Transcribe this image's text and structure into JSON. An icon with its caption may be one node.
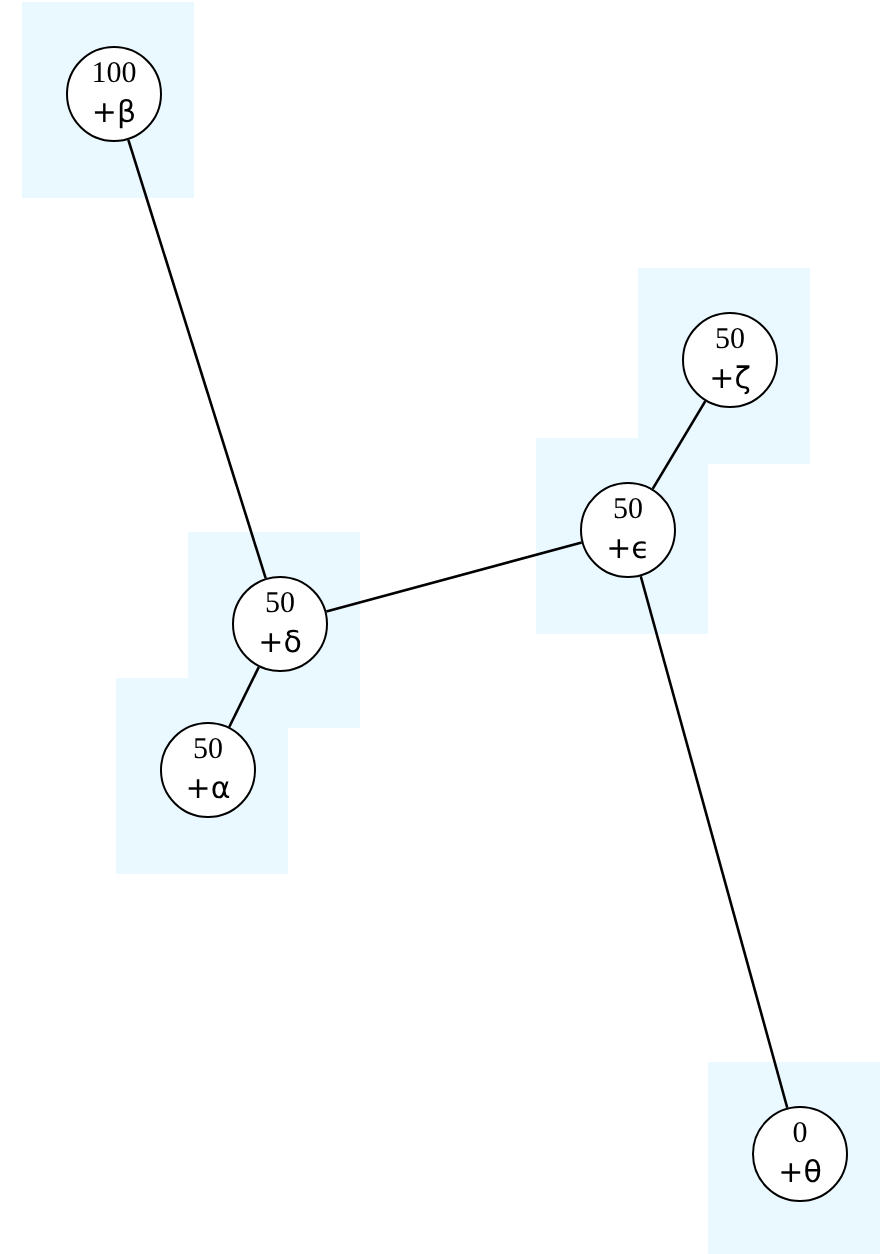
{
  "diagram": {
    "nodes": [
      {
        "text": [
          "100",
          "+β"
        ]
      },
      {
        "text": [
          "50",
          "+ζ"
        ]
      },
      {
        "text": [
          "50",
          "+ϵ"
        ]
      },
      {
        "text": [
          "50",
          "+δ"
        ]
      },
      {
        "text": [
          "50",
          "+α"
        ]
      },
      {
        "text": [
          "0",
          "+θ"
        ]
      }
    ],
    "edges": [
      {
        "from": 0,
        "to": 3,
        "arrow": "none"
      },
      {
        "from": 3,
        "to": 4,
        "arrow": "none"
      },
      {
        "from": 3,
        "to": 2,
        "arrow": "none"
      },
      {
        "from": 2,
        "to": 1,
        "arrow": "none"
      },
      {
        "from": 2,
        "to": 5,
        "arrow": "none"
      }
    ]
  }
}
